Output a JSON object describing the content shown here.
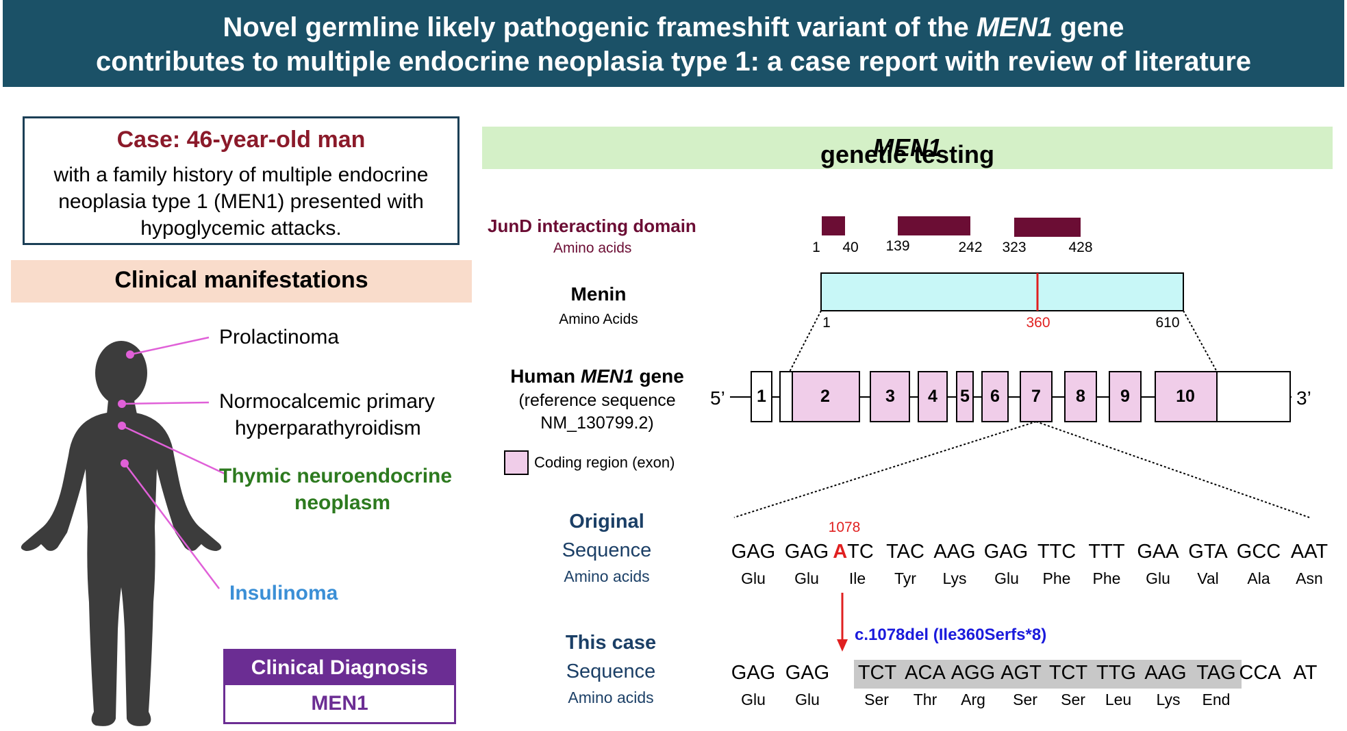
{
  "title": {
    "line1_a": "Novel germline likely pathogenic frameshift variant of the ",
    "line1_gene": "MEN1",
    "line1_b": " gene",
    "line2": "contributes to multiple endocrine neoplasia type 1: a case report with review of literature"
  },
  "case": {
    "heading": "Case: 46-year-old man",
    "lines": [
      "with a family history of multiple endocrine",
      "neoplasia type 1 (MEN1) presented with",
      "hypoglycemic attacks."
    ]
  },
  "clinical": {
    "heading": "Clinical manifestations",
    "prolactinoma": "Prolactinoma",
    "hpt_line1": "Normocalcemic primary",
    "hpt_line2": "hyperparathyroidism",
    "thymic_line1": "Thymic neuroendocrine",
    "thymic_line2": "neoplasm",
    "insulinoma": "Insulinoma",
    "diagnosis_heading": "Clinical Diagnosis",
    "diagnosis_value": "MEN1"
  },
  "genetic": {
    "heading_gene": "MEN1",
    "heading_rest": " genetic testing",
    "jund_label": "JunD interacting domain",
    "jund_sub": "Amino acids",
    "jund_ticks": [
      "1",
      "40",
      "139",
      "242",
      "323",
      "428"
    ],
    "menin_label": "Menin",
    "menin_sub": "Amino Acids",
    "menin_ticks": [
      "1",
      "360",
      "610"
    ],
    "gene_label_a": "Human ",
    "gene_label_gene": "MEN1",
    "gene_label_b": " gene",
    "gene_ref1": "(reference sequence",
    "gene_ref2": "NM_130799.2)",
    "five_prime": "5’",
    "three_prime": "3’",
    "exons": [
      "1",
      "2",
      "3",
      "4",
      "5",
      "6",
      "7",
      "8",
      "9",
      "10"
    ],
    "legend": "Coding region (exon)",
    "original_l1": "Original",
    "original_l2": "Sequence",
    "original_l3": "Amino acids",
    "position": "1078",
    "original_codons": [
      "GAG",
      "GAG",
      "ATC",
      "TAC",
      "AAG",
      "GAG",
      "TTC",
      "TTT",
      "GAA",
      "GTA",
      "GCC",
      "AAT"
    ],
    "original_aa": [
      "Glu",
      "Glu",
      "Ile",
      "Tyr",
      "Lys",
      "Glu",
      "Phe",
      "Phe",
      "Glu",
      "Val",
      "Ala",
      "Asn"
    ],
    "variant": "c.1078del (Ile360Serfs*8)",
    "case_l1": "This case",
    "case_l2": "Sequence",
    "case_l3": "Amino acids",
    "case_codons": [
      "GAG",
      "GAG",
      "TCT",
      "ACA",
      "AGG",
      "AGT",
      "TCT",
      "TTG",
      "AAG",
      "TAG",
      "CCA",
      "AT"
    ],
    "case_aa": [
      "Glu",
      "Glu",
      "Ser",
      "Thr",
      "Arg",
      "Ser",
      "Ser",
      "Leu",
      "Lys",
      "End"
    ]
  },
  "colors": {
    "banner": "#1b5167",
    "case_heading": "#8b1a2a",
    "thymic": "#2d7a1f",
    "insulinoma": "#3b8fd6",
    "diagnosis": "#6b2d93",
    "jund_domain": "#6b0d34",
    "menin_bar": "#c8f7f7",
    "exon_fill": "#f0cde9",
    "connector": "#e060d8",
    "mutation": "#e02020",
    "variant_text": "#1a1adc",
    "frameshift_bg": "#c8c8c8"
  }
}
